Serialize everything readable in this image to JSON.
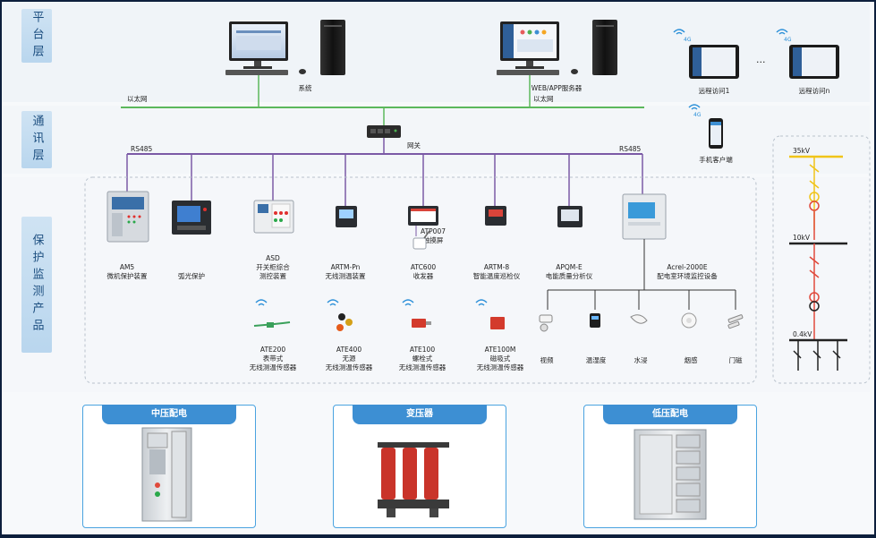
{
  "layers": {
    "platform": "平台层",
    "communication": "通讯层",
    "protection": "保护监测产品"
  },
  "network": {
    "ethernet_left": "以太网",
    "ethernet_right": "以太网",
    "gateway": "网关",
    "rs485_left": "RS485",
    "rs485_right": "RS485"
  },
  "platform": {
    "system": "系统",
    "web_server": "WEB/APP服务器",
    "remote1": "远程访问1",
    "remoten": "远程访问n",
    "ellipsis": "...",
    "mobile": "手机客户端",
    "signal_4g": "4G"
  },
  "devices": [
    {
      "lines": [
        "AM5",
        "微机保护装置"
      ]
    },
    {
      "lines": [
        "弧光保护"
      ]
    },
    {
      "lines": [
        "ASD",
        "开关柜综合",
        "测控装置"
      ]
    },
    {
      "lines": [
        "ARTM-Pn",
        "无线测温装置"
      ]
    },
    {
      "lines": [
        "ATP007",
        "触摸屏"
      ]
    },
    {
      "lines": [
        "ATC600",
        "收发器"
      ]
    },
    {
      "lines": [
        "ARTM-8",
        "智能温度巡检仪"
      ]
    },
    {
      "lines": [
        "APQM-E",
        "电能质量分析仪"
      ]
    },
    {
      "lines": [
        "Acrel-2000E",
        "配电室环境监控设备"
      ]
    }
  ],
  "sensors": [
    {
      "lines": [
        "ATE200",
        "表带式",
        "无线测温传感器"
      ]
    },
    {
      "lines": [
        "ATE400",
        "无源",
        "无线测温传感器"
      ]
    },
    {
      "lines": [
        "ATE100",
        "螺栓式",
        "无线测温传感器"
      ]
    },
    {
      "lines": [
        "ATE100M",
        "磁吸式",
        "无线测温传感器"
      ]
    }
  ],
  "env_sensors": [
    "视频",
    "温湿度",
    "水浸",
    "烟感",
    "门磁"
  ],
  "single_line": {
    "v35": "35kV",
    "v10": "10kV",
    "v04": "0.4kV"
  },
  "panels": {
    "mv": "中压配电",
    "transformer": "变压器",
    "lv": "低压配电"
  },
  "colors": {
    "ethernet": "#5cb85c",
    "rs485": "#7b5aa6",
    "panel_border": "#4aa3e0",
    "panel_title": "#3d8fd3",
    "bus_35kv": "#f0c419",
    "relay_red": "#e04a3c"
  }
}
